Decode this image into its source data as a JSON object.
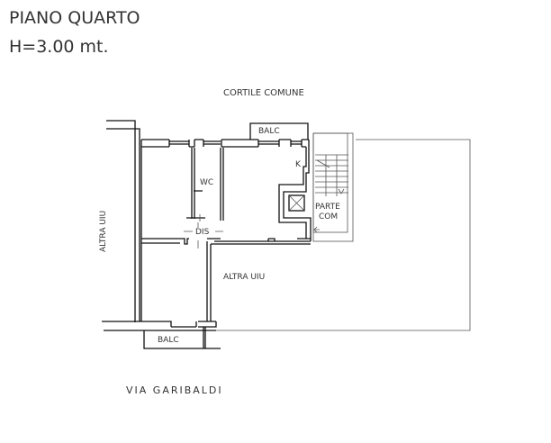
{
  "title": "PIANO QUARTO",
  "height": "H=3.00 mt.",
  "labels": {
    "courtyard": "CORTILE COMUNE",
    "balcony_top": "BALC",
    "kitchen": "K",
    "wc": "WC",
    "dis": "DIS",
    "common_1": "PARTE",
    "common_2": "COM",
    "other_unit_left": "ALTRA UIU",
    "other_unit_right": "ALTRA UIU",
    "balcony_bottom": "BALC",
    "street": "VIA GARIBALDI"
  }
}
